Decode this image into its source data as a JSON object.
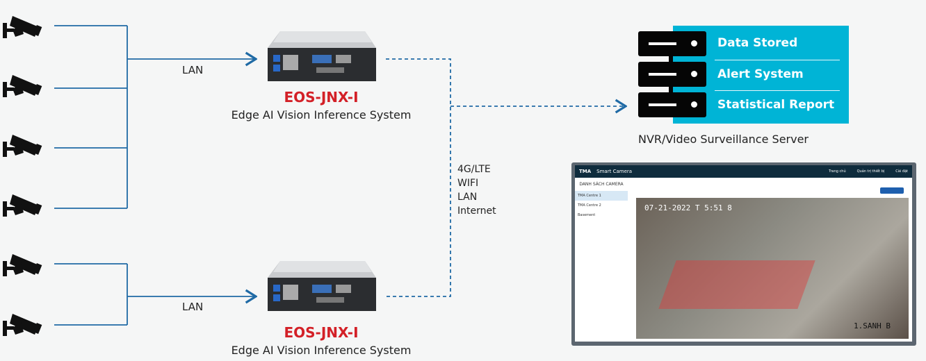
{
  "links": {
    "lan_top": "LAN",
    "lan_bottom": "LAN",
    "network": [
      "4G/LTE",
      "WIFI",
      "LAN",
      "Internet"
    ]
  },
  "devices": [
    {
      "name": "EOS-JNX-I",
      "subtitle": "Edge AI Vision Inference System"
    },
    {
      "name": "EOS-JNX-I",
      "subtitle": "Edge AI Vision Inference System"
    }
  ],
  "server": {
    "items": [
      "Data Stored",
      "Alert System",
      "Statistical Report"
    ],
    "caption": "NVR/Video Surveillance Server"
  },
  "app": {
    "title": "Smart Camera",
    "nav": [
      "Trang chủ",
      "Quản trị thiết bị",
      "Cài đặt"
    ],
    "sidebar_title": "DANH SÁCH CAMERA",
    "cameras": [
      "TMA Centre 1",
      "TMA Centre 2",
      "Basement"
    ],
    "timestamp": "07-21-2022 T  5:51 8",
    "location": "1.SANH B"
  },
  "colors": {
    "accent": "#00b4d6",
    "brand_red": "#d32027",
    "line": "#1f6aa5"
  }
}
